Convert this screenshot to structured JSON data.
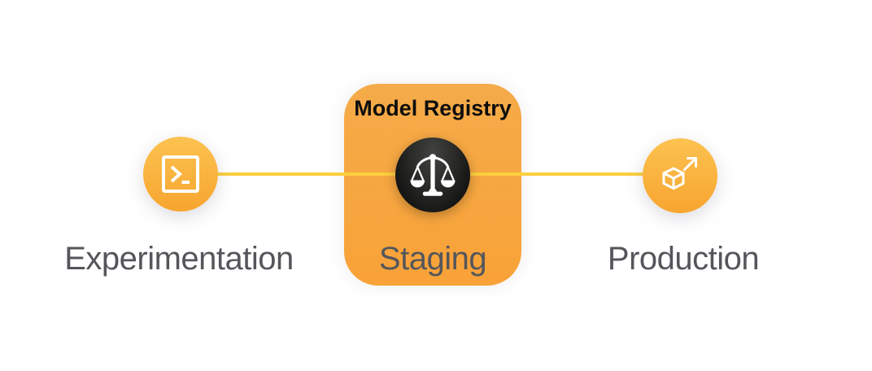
{
  "pipeline": {
    "registry": {
      "title": "Model Registry"
    },
    "stages": [
      {
        "id": "experimentation",
        "label": "Experimentation",
        "icon": "terminal-icon"
      },
      {
        "id": "staging",
        "label": "Staging",
        "icon": "balance-scale-icon"
      },
      {
        "id": "production",
        "label": "Production",
        "icon": "cube-launch-icon"
      }
    ],
    "colors": {
      "background": "#FFFFFF",
      "connector": "#FCCF3D",
      "node_top": "#FCC250",
      "node_bottom": "#F7A52F",
      "box_top": "#F5AB49",
      "box_bottom": "#F8A238",
      "badge_center": "#424240",
      "badge_edge": "#121212",
      "label": "#55565B",
      "title": "#0D0D0D",
      "icon": "#FFFFFF"
    }
  }
}
